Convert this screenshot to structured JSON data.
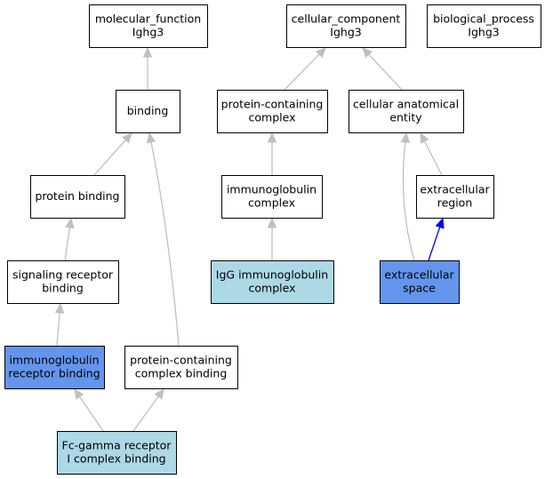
{
  "colors": {
    "default_fill": "#ffffff",
    "child_term_fill": "#add8e6",
    "highlight_fill": "#6495ed",
    "edge": "#c0c0c0",
    "highlight_edge": "#0000ff"
  },
  "nodes": {
    "molecular_function": {
      "lines": [
        "molecular_function",
        "Ighg3"
      ],
      "fill": "#ffffff"
    },
    "cellular_component": {
      "lines": [
        "cellular_component",
        "Ighg3"
      ],
      "fill": "#ffffff"
    },
    "biological_process": {
      "lines": [
        "biological_process",
        "Ighg3"
      ],
      "fill": "#ffffff"
    },
    "binding": {
      "lines": [
        "binding"
      ],
      "fill": "#ffffff"
    },
    "protein_containing_complex": {
      "lines": [
        "protein-containing",
        "complex"
      ],
      "fill": "#ffffff"
    },
    "cellular_anatomical_entity": {
      "lines": [
        "cellular anatomical",
        "entity"
      ],
      "fill": "#ffffff"
    },
    "protein_binding": {
      "lines": [
        "protein binding"
      ],
      "fill": "#ffffff"
    },
    "immunoglobulin_complex": {
      "lines": [
        "immunoglobulin",
        "complex"
      ],
      "fill": "#ffffff"
    },
    "extracellular_region": {
      "lines": [
        "extracellular",
        "region"
      ],
      "fill": "#ffffff"
    },
    "signaling_receptor_binding": {
      "lines": [
        "signaling receptor",
        "binding"
      ],
      "fill": "#ffffff"
    },
    "igg_immunoglobulin_complex": {
      "lines": [
        "IgG immunoglobulin",
        "complex"
      ],
      "fill": "#add8e6"
    },
    "extracellular_space": {
      "lines": [
        "extracellular",
        "space"
      ],
      "fill": "#6495ed"
    },
    "immunoglobulin_receptor_binding": {
      "lines": [
        "immunoglobulin",
        "receptor binding"
      ],
      "fill": "#6495ed"
    },
    "protein_containing_complex_binding": {
      "lines": [
        "protein-containing",
        "complex binding"
      ],
      "fill": "#ffffff"
    },
    "fc_gamma_receptor_i_complex_binding": {
      "lines": [
        "Fc-gamma receptor",
        "I complex binding"
      ],
      "fill": "#add8e6"
    }
  },
  "edges": [
    {
      "from": "binding",
      "to": "molecular_function",
      "highlight": false
    },
    {
      "from": "protein_binding",
      "to": "binding",
      "highlight": false
    },
    {
      "from": "signaling_receptor_binding",
      "to": "protein_binding",
      "highlight": false
    },
    {
      "from": "immunoglobulin_receptor_binding",
      "to": "signaling_receptor_binding",
      "highlight": false
    },
    {
      "from": "fc_gamma_receptor_i_complex_binding",
      "to": "immunoglobulin_receptor_binding",
      "highlight": false
    },
    {
      "from": "fc_gamma_receptor_i_complex_binding",
      "to": "protein_containing_complex_binding",
      "highlight": false
    },
    {
      "from": "protein_containing_complex_binding",
      "to": "binding",
      "highlight": false
    },
    {
      "from": "protein_containing_complex",
      "to": "cellular_component",
      "highlight": false
    },
    {
      "from": "cellular_anatomical_entity",
      "to": "cellular_component",
      "highlight": false
    },
    {
      "from": "immunoglobulin_complex",
      "to": "protein_containing_complex",
      "highlight": false
    },
    {
      "from": "igg_immunoglobulin_complex",
      "to": "immunoglobulin_complex",
      "highlight": false
    },
    {
      "from": "extracellular_region",
      "to": "cellular_anatomical_entity",
      "highlight": false
    },
    {
      "from": "extracellular_space",
      "to": "cellular_anatomical_entity",
      "highlight": false
    },
    {
      "from": "extracellular_space",
      "to": "extracellular_region",
      "highlight": true
    }
  ]
}
